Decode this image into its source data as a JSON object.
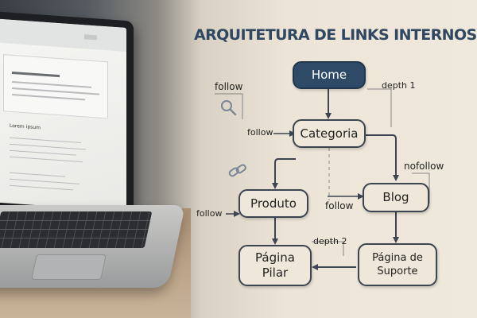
{
  "title": "ARQUITETURA DE LINKS INTERNOS",
  "laptop": {
    "screen_heading": "Lorem ipsum"
  },
  "nodes": {
    "home": "Home",
    "categoria": "Categoria",
    "produto": "Produto",
    "blog": "Blog",
    "pagina_pilar": "Página\nPilar",
    "pagina_suporte": "Página de\nSuporte"
  },
  "labels": {
    "follow_top": "follow",
    "follow_categoria": "follow",
    "follow_produto": "follow",
    "follow_blog": "follow",
    "nofollow": "nofollow",
    "depth1": "depth 1",
    "depth2": "depth 2"
  },
  "icons": {
    "search": "magnifier-icon",
    "link": "chain-link-icon"
  },
  "colors": {
    "title": "#2f4760",
    "home_fill": "#2f4a66",
    "node_fill": "#efe7da",
    "line": "#3d4550"
  }
}
